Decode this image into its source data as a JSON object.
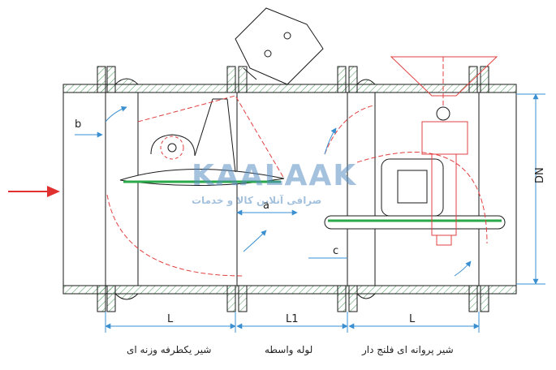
{
  "labels": {
    "b": "b",
    "a": "a",
    "c": "c",
    "L_left": "L",
    "L1": "L1",
    "L_right": "L",
    "DN": "DN"
  },
  "captions": {
    "left": "شیر یکطرفه وزنه ای",
    "middle": "لوله واسطه",
    "right": "شیر پروانه ای فلنج دار"
  },
  "watermark": {
    "brand": "KAALAAK",
    "tagline": "صرافی آنلاین کالا و خدمات"
  },
  "colors": {
    "line": "#1a1a1a",
    "hatch": "#4a9a5a",
    "dim": "#3a8fd0",
    "flow_arrow": "#e03030",
    "actuator": "#e04040",
    "seal": "#2aa84a"
  }
}
